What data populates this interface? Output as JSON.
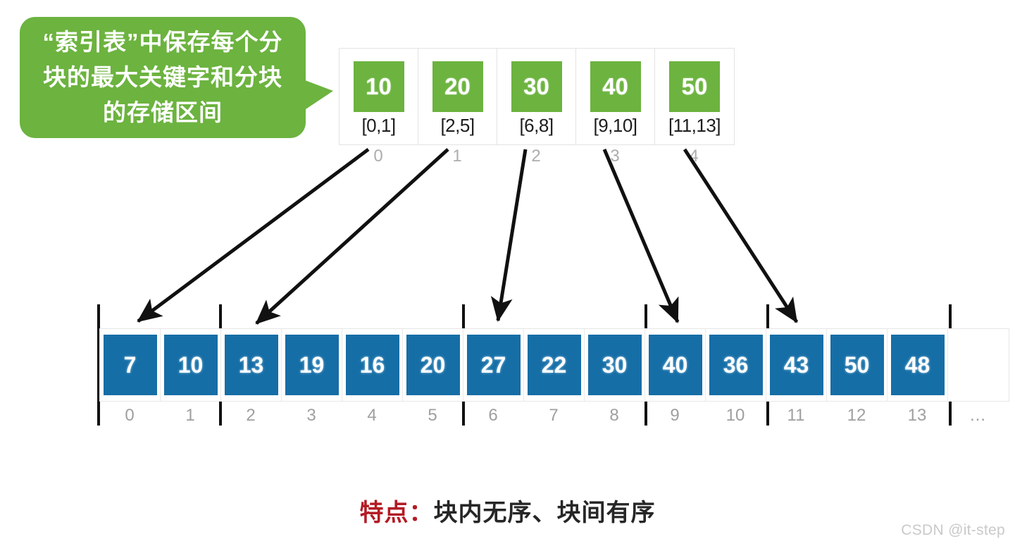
{
  "callout": {
    "text_lines": [
      "“索引表”中保存每个分",
      "块的最大关键字和分块",
      "的存储区间"
    ],
    "full_text": "“索引表”中保存每个分块的最大关键字和分块的存储区间",
    "background_color": "#6cb33f",
    "text_color": "#ffffff"
  },
  "index_table": {
    "cells": [
      {
        "max_key": "10",
        "range": "[0,1]",
        "index_label": "0"
      },
      {
        "max_key": "20",
        "range": "[2,5]",
        "index_label": "1"
      },
      {
        "max_key": "30",
        "range": "[6,8]",
        "index_label": "2"
      },
      {
        "max_key": "40",
        "range": "[9,10]",
        "index_label": "3"
      },
      {
        "max_key": "50",
        "range": "[11,13]",
        "index_label": "4"
      }
    ],
    "block_color": "#6cb33f"
  },
  "data_array": {
    "cells": [
      {
        "value": "7",
        "index_label": "0"
      },
      {
        "value": "10",
        "index_label": "1"
      },
      {
        "value": "13",
        "index_label": "2"
      },
      {
        "value": "19",
        "index_label": "3"
      },
      {
        "value": "16",
        "index_label": "4"
      },
      {
        "value": "20",
        "index_label": "5"
      },
      {
        "value": "27",
        "index_label": "6"
      },
      {
        "value": "22",
        "index_label": "7"
      },
      {
        "value": "30",
        "index_label": "8"
      },
      {
        "value": "40",
        "index_label": "9"
      },
      {
        "value": "36",
        "index_label": "10"
      },
      {
        "value": "43",
        "index_label": "11"
      },
      {
        "value": "50",
        "index_label": "12"
      },
      {
        "value": "48",
        "index_label": "13"
      },
      {
        "value": "",
        "index_label": "…"
      }
    ],
    "block_color": "#166ea6"
  },
  "caption": {
    "key": "特点：",
    "value": "块内无序、块间有序",
    "key_color": "#b31b24",
    "value_color": "#262626"
  },
  "watermark": {
    "text": "CSDN @it-step"
  }
}
